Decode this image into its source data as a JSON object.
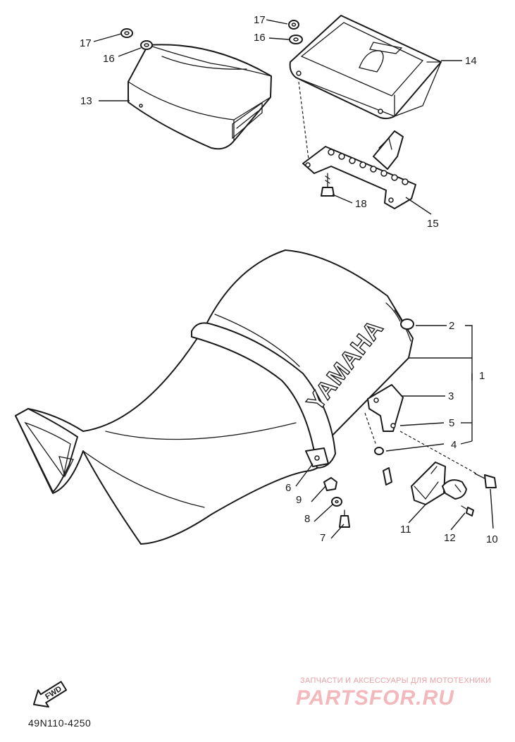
{
  "diagram": {
    "code": "49N110-4250",
    "brand_text": "YAMAHA",
    "fwd_label": "FWD",
    "callouts": {
      "c1": "1",
      "c2": "2",
      "c3": "3",
      "c4": "4",
      "c5": "5",
      "c6": "6",
      "c7": "7",
      "c8": "8",
      "c9": "9",
      "c10": "10",
      "c11": "11",
      "c12": "12",
      "c13": "13",
      "c14": "14",
      "c15": "15",
      "c16a": "16",
      "c16b": "16",
      "c17a": "17",
      "c17b": "17",
      "c18": "18"
    }
  },
  "watermark": {
    "caption": "ЗАПЧАСТИ И АКСЕССУАРЫ ДЛЯ МОТОТЕХНИКИ",
    "logo": "PARTSFOR.RU",
    "color": "#f2b8bb"
  }
}
